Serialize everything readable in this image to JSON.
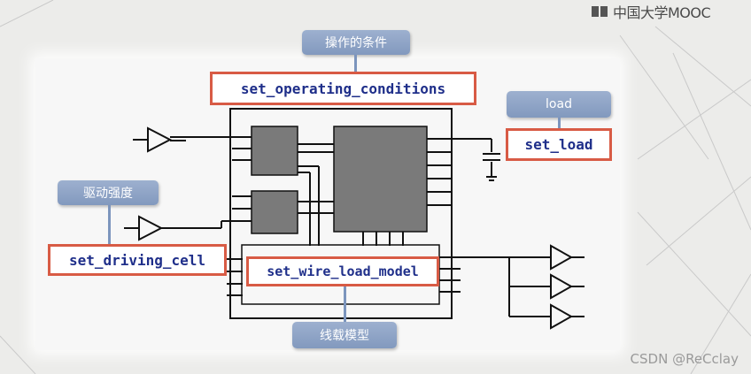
{
  "brand": {
    "name": "中国大学MOOC"
  },
  "labels": {
    "operating_conditions_tag": "操作的条件",
    "load_tag": "load",
    "driving_tag": "驱动强度",
    "wire_load_tag": "线载模型"
  },
  "commands": {
    "set_operating_conditions": "set_operating_conditions",
    "set_load": "set_load",
    "set_driving_cell": "set_driving_cell",
    "set_wire_load_model": "set_wire_load_model"
  },
  "watermark": "CSDN @ReCclay",
  "colors": {
    "box_border": "#d85b45",
    "command_text": "#1f2f8a",
    "tag_fill": "#8ea3c6",
    "block_fill": "#7a7a7a"
  }
}
